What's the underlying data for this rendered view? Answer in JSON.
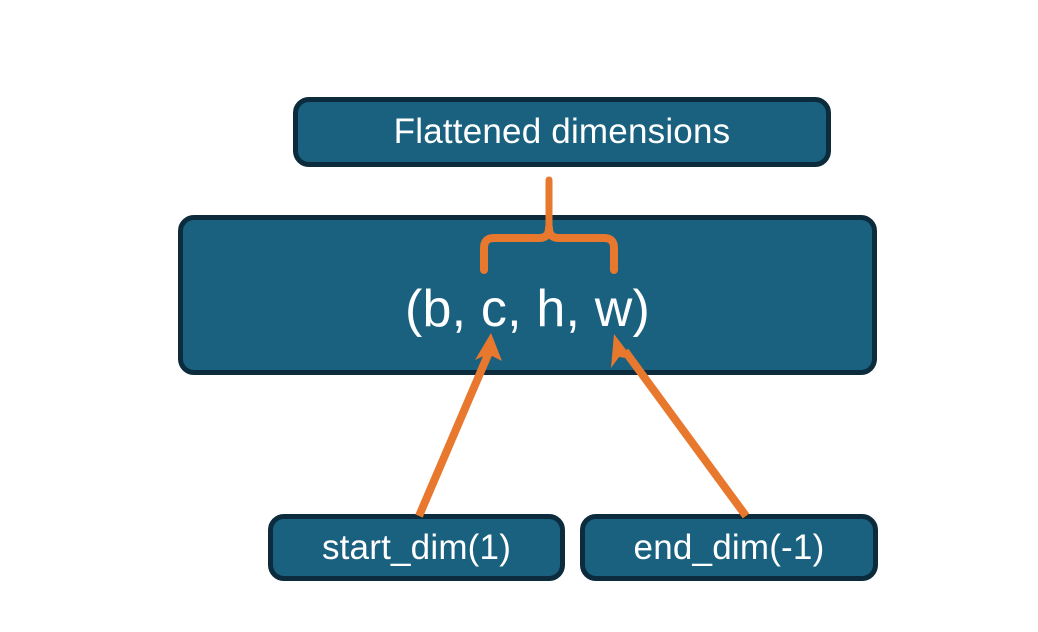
{
  "diagram": {
    "title_node": "Flattened dimensions",
    "shape_node": "(b, c, h, w)",
    "start_node": "start_dim(1)",
    "end_node": "end_dim(-1)",
    "colors": {
      "box_fill": "#1a6180",
      "box_border": "#0c2b3c",
      "box_text": "#ffffff",
      "connector": "#e8782e",
      "background": "#ffffff"
    },
    "connectors": [
      {
        "name": "brace-to-flattened",
        "kind": "curly-brace",
        "from": "(b, c, h, w) dimensions c..w",
        "to": "Flattened dimensions"
      },
      {
        "name": "start-dim-arrow",
        "kind": "arrow",
        "from": "start_dim(1)",
        "to": "(b, c, h, w)"
      },
      {
        "name": "end-dim-arrow",
        "kind": "arrow",
        "from": "end_dim(-1)",
        "to": "(b, c, h, w)"
      }
    ]
  }
}
